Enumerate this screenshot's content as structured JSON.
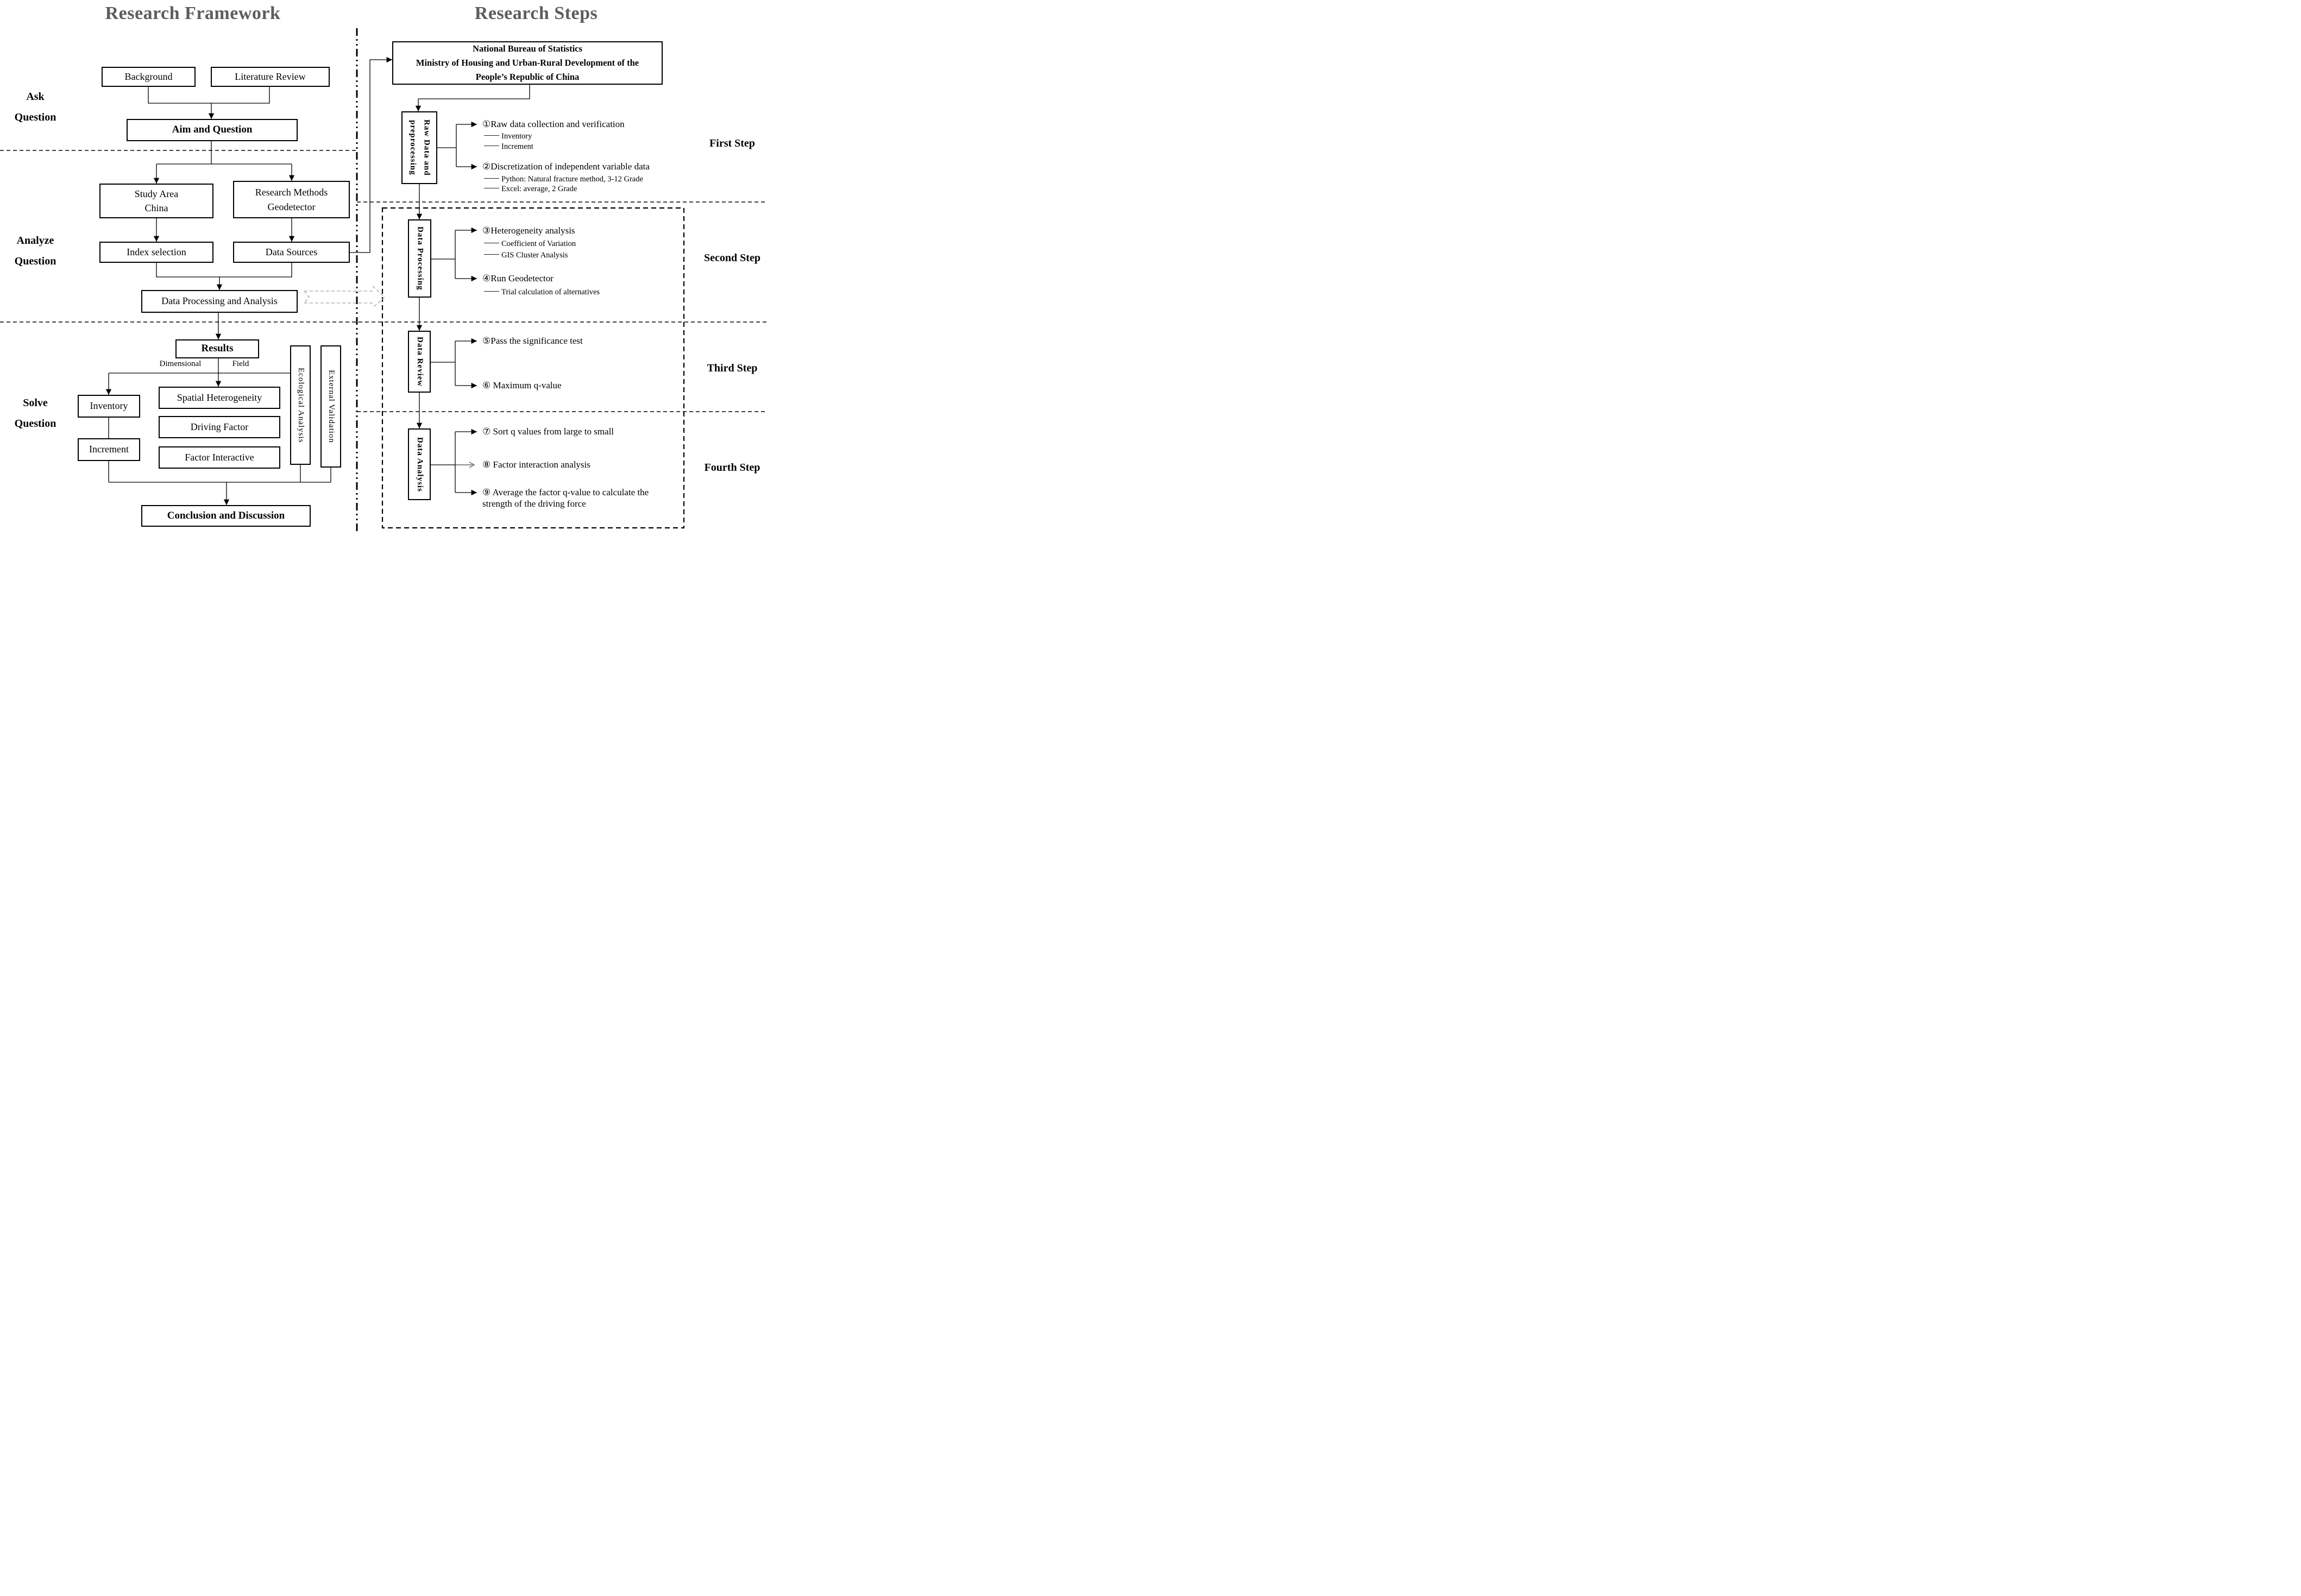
{
  "titles": {
    "left": "Research Framework",
    "right": "Research Steps"
  },
  "colors": {
    "title": "#5d5d5d",
    "ink": "#000000",
    "ghost_arrow": "#b0b0b0"
  },
  "framework": {
    "phases": {
      "ask": {
        "lines": [
          "Ask",
          "Question"
        ]
      },
      "analyze": {
        "lines": [
          "Analyze",
          "Question"
        ]
      },
      "solve": {
        "lines": [
          "Solve",
          "Question"
        ]
      }
    },
    "boxes": {
      "background": "Background",
      "literature": "Literature Review",
      "aim": "Aim and Question",
      "study": {
        "lines": [
          "Study Area",
          "China"
        ]
      },
      "methods": {
        "lines": [
          "Research Methods",
          "Geodetector"
        ]
      },
      "index": "Index selection",
      "sources": "Data Sources",
      "dpa": "Data Processing and Analysis",
      "results": "Results",
      "inventory": "Inventory",
      "increment": "Increment",
      "spatial": "Spatial Heterogeneity",
      "driving": "Driving Factor",
      "interactive": "Factor Interactive",
      "ecological": "Ecological Analysis",
      "external": "External Validation",
      "conclusion": "Conclusion and Discussion"
    },
    "branch_labels": {
      "dimensional": "Dimensional",
      "field": "Field"
    }
  },
  "steps": {
    "source_box": {
      "lines": [
        "National Bureau of Statistics",
        "Ministry of Housing and Urban-Rural Development of the",
        "People’s Republic of China"
      ]
    },
    "stages": {
      "raw": {
        "lines": [
          "Raw Data and",
          "preprocessing"
        ]
      },
      "processing": "Data Processing",
      "review": "Data Review",
      "analysis": "Data Analysis"
    },
    "step_labels": [
      "First Step",
      "Second Step",
      "Third Step",
      "Fourth Step"
    ],
    "items": {
      "i1": "①Raw data collection and verification",
      "i1_subs": [
        "Inventory",
        "Increment"
      ],
      "i2": "②Discretization of independent variable data",
      "i2_subs": [
        "Python: Natural fracture method, 3-12 Grade",
        "Excel: average, 2 Grade"
      ],
      "i3": "③Heterogeneity analysis",
      "i3_subs": [
        "Coefficient of Variation",
        "GIS Cluster Analysis"
      ],
      "i4": "④Run Geodetector",
      "i4_subs": [
        "Trial calculation of alternatives"
      ],
      "i5": "⑤Pass the significance test",
      "i6": "⑥ Maximum q-value",
      "i7": "⑦ Sort q values from large to small",
      "i8": "⑧ Factor interaction analysis",
      "i9": {
        "lines": [
          "⑨ Average the factor q-value to calculate the",
          "strength of the driving force"
        ]
      }
    }
  }
}
